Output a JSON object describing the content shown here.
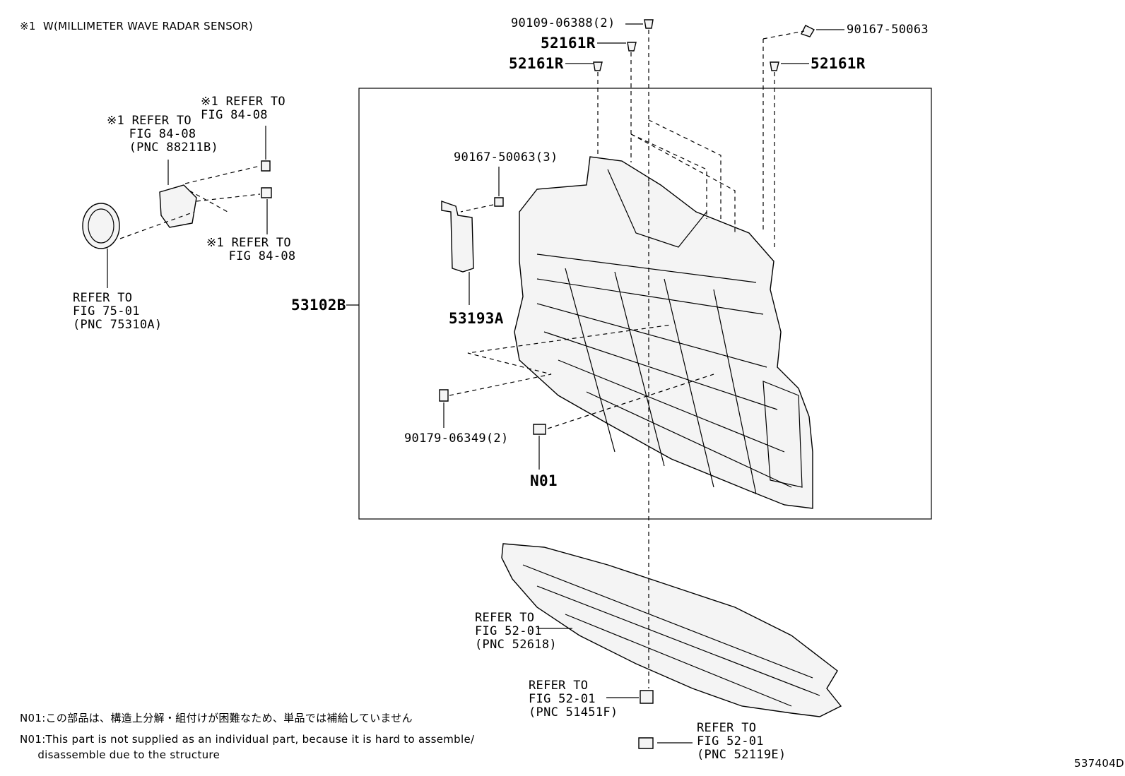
{
  "note_top": "※1  W(MILLIMETER WAVE RADAR SENSOR)",
  "callouts": {
    "p_90109": "90109-06388(2)",
    "p_52161R_a": "52161R",
    "p_52161R_b": "52161R",
    "p_52161R_c": "52161R",
    "p_90167_top": "90167-50063",
    "p_90167_3": "90167-50063(3)",
    "p_53102B": "53102B",
    "p_53193A": "53193A",
    "p_90179": "90179-06349(2)",
    "p_N01": "N01"
  },
  "refs": {
    "ref_sensor_1": "※1 REFER TO\nFIG 84-08",
    "ref_sensor_2": "※1 REFER TO\n   FIG 84-08\n   (PNC 88211B)",
    "ref_sensor_3": "※1 REFER TO\n   FIG 84-08",
    "ref_cover": "REFER TO\nFIG 75-01\n(PNC 75310A)",
    "ref_undercover": "REFER TO\nFIG 52-01\n(PNC 52618)",
    "ref_clip": "REFER TO\nFIG 52-01\n(PNC 51451F)",
    "ref_screw": "REFER TO\nFIG 52-01\n(PNC 52119E)"
  },
  "notes": {
    "n01_jp": "N01:この部品は、構造上分解・組付けが困難なため、単品では補給していません",
    "n01_en_1": "N01:This part is not supplied as an individual part, because it is hard to assemble/",
    "n01_en_2": "     disassemble due to the structure"
  },
  "figure_id": "537404D"
}
